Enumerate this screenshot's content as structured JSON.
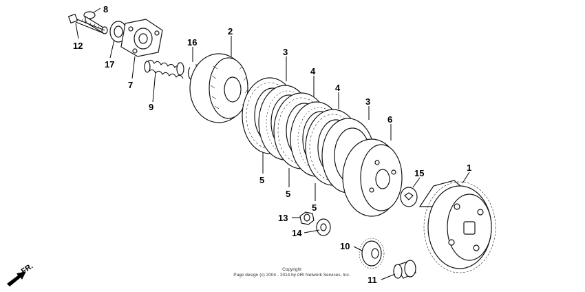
{
  "callouts": {
    "c1": "1",
    "c2": "2",
    "c3a": "3",
    "c3b": "3",
    "c4a": "4",
    "c4b": "4",
    "c5a": "5",
    "c5b": "5",
    "c5c": "5",
    "c6": "6",
    "c7": "7",
    "c8": "8",
    "c9": "9",
    "c10": "10",
    "c11": "11",
    "c12": "12",
    "c13": "13",
    "c14": "14",
    "c15": "15",
    "c16": "16",
    "c17": "17"
  },
  "copyright": {
    "line1": "Copyright",
    "line2": "Page design (c) 2004 - 2014 by ARI Network Services, Inc."
  },
  "direction": {
    "label": "FR."
  }
}
